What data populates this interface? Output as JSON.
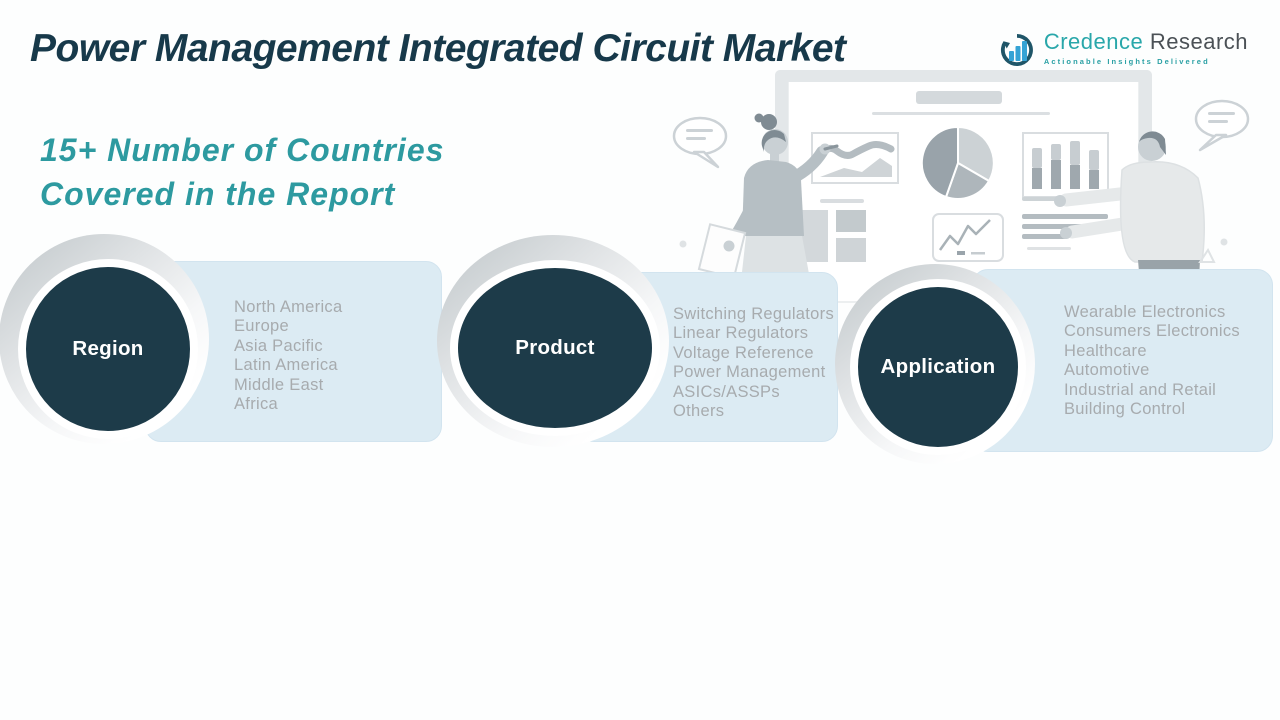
{
  "header": {
    "title": "Power Management Integrated Circuit Market",
    "logo": {
      "brand_primary": "Credence",
      "brand_secondary": "Research",
      "tagline": "Actionable Insights Delivered"
    }
  },
  "subtitle": {
    "line1": "15+ Number of Countries",
    "line2": "Covered in the Report"
  },
  "groups": [
    {
      "label": "Region",
      "items": [
        "North America",
        "Europe",
        "Asia Pacific",
        "Latin America",
        "Middle East",
        "Africa"
      ]
    },
    {
      "label": "Product",
      "items": [
        "Switching Regulators",
        "Linear Regulators",
        "Voltage Reference",
        "Power Management",
        "ASICs/ASSPs",
        "Others"
      ]
    },
    {
      "label": "Application",
      "items": [
        "Wearable Electronics",
        "Consumers Electronics",
        "Healthcare",
        "Automotive",
        "Industrial and Retail",
        "Building Control"
      ]
    }
  ],
  "illustration": {
    "icons": [
      "speech-bubble-icon",
      "wavy-line-chart-icon",
      "pie-chart-icon",
      "bar-chart-icon",
      "trend-line-chart-icon",
      "person-presenter-left",
      "person-presenter-right",
      "whiteboard"
    ]
  },
  "colors": {
    "accent_teal": "#2d9aa0",
    "dark_navy": "#1d3b49",
    "card_blue": "#dcebf3",
    "list_text_gray": "#a7abae",
    "logo_teal": "#29a7aa",
    "logo_dark_gray": "#4b5156",
    "illustration_gray": "#d5dadd"
  }
}
